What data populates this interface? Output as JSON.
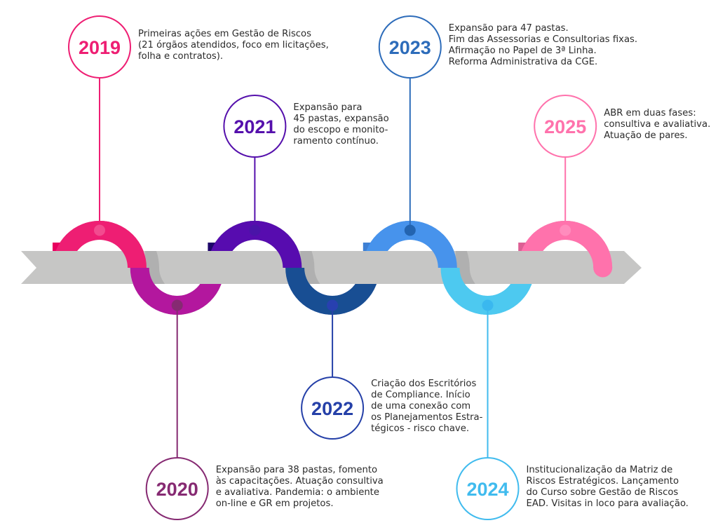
{
  "title": "Linha do tempo - Gestão de Riscos",
  "colors": {
    "banner": "#c6c6c5",
    "banner_shadow": "#b0b0b0"
  },
  "milestones": [
    {
      "year": "2019",
      "position": "top",
      "color": "#ee1e73",
      "shade": "#e8005f",
      "dot": "#f24b8f",
      "lines": [
        "Primeiras ações em Gestão de Riscos",
        "(21 órgãos atendidos, foco em licitações,",
        "folha e contratos)."
      ]
    },
    {
      "year": "2020",
      "position": "bottom",
      "color": "#b3179e",
      "shade": "#832870",
      "dot": "#862a72",
      "textColor": "#862a72",
      "lines": [
        "Expansão para 38 pastas, fomento",
        "às capacitações. Atuação consultiva",
        "e avaliativa. Pandemia: o ambiente",
        "on-line e GR em projetos."
      ]
    },
    {
      "year": "2021",
      "position": "top",
      "color": "#570caf",
      "shade": "#1e066a",
      "dot": "#4a14a8",
      "textColor": "#5510ac",
      "lines": [
        "Expansão para",
        "45 pastas, expansão",
        "do escopo e monito-",
        "ramento contínuo."
      ]
    },
    {
      "year": "2022",
      "position": "bottom",
      "color": "#184e93",
      "shade": "#243fa8",
      "dot": "#2840b0",
      "textColor": "#2540a8",
      "lines": [
        "Criação dos Escritórios",
        "de Compliance. Início",
        "de uma conexão com",
        "os Planejamentos Estra-",
        "tégicos - risco chave."
      ]
    },
    {
      "year": "2023",
      "position": "top",
      "color": "#4793ec",
      "shade": "#3e80d4",
      "dot": "#2364b0",
      "textColor": "#2d6cba",
      "lines": [
        "Expansão para 47 pastas.",
        "Fim das Assessorias e Consultorias fixas.",
        "Afirmação no Papel de 3ª Linha.",
        "Reforma Administrativa da CGE."
      ]
    },
    {
      "year": "2024",
      "position": "bottom",
      "color": "#4dc9f0",
      "shade": "#38b6ee",
      "dot": "#3ab8ef",
      "textColor": "#40bbee",
      "lines": [
        "Institucionalização da Matriz de",
        "Riscos Estratégicos. Lançamento",
        "do Curso sobre Gestão de Riscos",
        "EAD. Visitas in loco para avaliação."
      ]
    },
    {
      "year": "2025",
      "position": "top",
      "color": "#ff72ac",
      "shade": "#dd5f94",
      "dot": "#ff8cbd",
      "textColor": "#ff72ac",
      "lines": [
        "ABR em duas fases:",
        "consultiva e avaliativa.",
        "Atuação de pares."
      ]
    }
  ]
}
